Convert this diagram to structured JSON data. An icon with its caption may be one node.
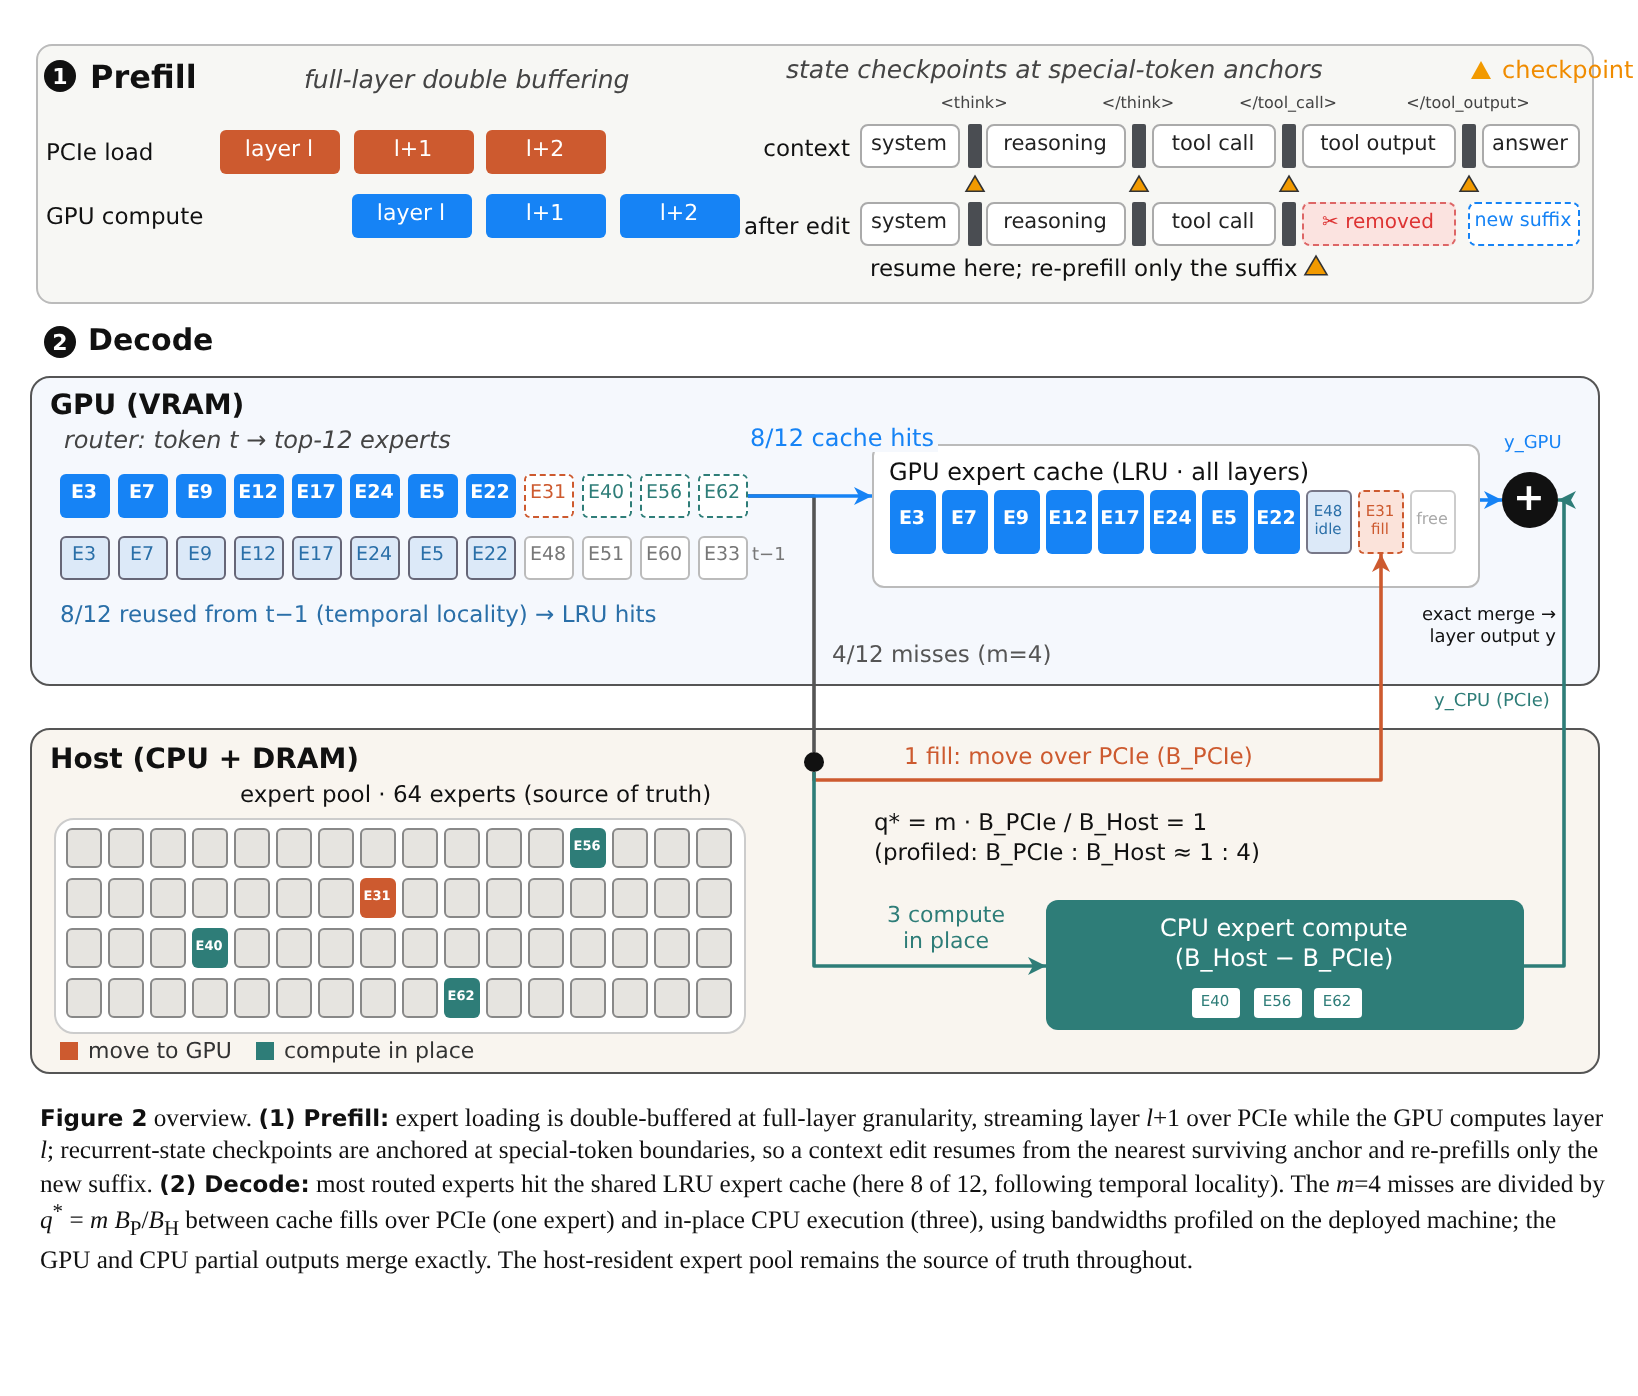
{
  "diagram": {
    "nodes": [
      {
        "text": [
          "Prefill"
        ]
      },
      {
        "text": [
          "layer l"
        ],
        "in": 0
      },
      {
        "text": [
          "l+1"
        ],
        "in": 0
      },
      {
        "text": [
          "l+2"
        ],
        "in": 0
      },
      {
        "text": [
          "layer l"
        ],
        "in": 0
      },
      {
        "text": [
          "l+1"
        ],
        "in": 0
      },
      {
        "text": [
          "l+2"
        ],
        "in": 0
      },
      {
        "text": [
          "system"
        ],
        "in": 0
      },
      {
        "text": [
          "reasoning"
        ],
        "in": 0
      },
      {
        "text": [
          "tool call"
        ],
        "in": 0
      },
      {
        "text": [
          "tool output"
        ],
        "in": 0
      },
      {
        "text": [
          "answer"
        ],
        "in": 0
      },
      {
        "text": [
          "system"
        ],
        "in": 0
      },
      {
        "text": [
          "reasoning"
        ],
        "in": 0
      },
      {
        "text": [
          "tool call"
        ],
        "in": 0
      },
      {
        "text": [
          "✂ removed"
        ],
        "in": 0
      },
      {
        "text": [
          "new suffix"
        ],
        "in": 0
      },
      {
        "text": [
          "GPU (VRAM)"
        ]
      },
      {
        "text": [
          "E3"
        ],
        "in": 17
      },
      {
        "text": [
          "E7"
        ],
        "in": 17
      },
      {
        "text": [
          "E9"
        ],
        "in": 17
      },
      {
        "text": [
          "E12"
        ],
        "in": 17
      },
      {
        "text": [
          "E17"
        ],
        "in": 17
      },
      {
        "text": [
          "E24"
        ],
        "in": 17
      },
      {
        "text": [
          "E5"
        ],
        "in": 17
      },
      {
        "text": [
          "E22"
        ],
        "in": 17
      },
      {
        "text": [
          "E31"
        ],
        "in": 17
      },
      {
        "text": [
          "E40"
        ],
        "in": 17
      },
      {
        "text": [
          "E56"
        ],
        "in": 17
      },
      {
        "text": [
          "E62"
        ],
        "in": 17
      },
      {
        "text": [
          "E3"
        ],
        "in": 17
      },
      {
        "text": [
          "E7"
        ],
        "in": 17
      },
      {
        "text": [
          "E9"
        ],
        "in": 17
      },
      {
        "text": [
          "E12"
        ],
        "in": 17
      },
      {
        "text": [
          "E17"
        ],
        "in": 17
      },
      {
        "text": [
          "E24"
        ],
        "in": 17
      },
      {
        "text": [
          "E5"
        ],
        "in": 17
      },
      {
        "text": [
          "E22"
        ],
        "in": 17
      },
      {
        "text": [
          "E48"
        ],
        "in": 17
      },
      {
        "text": [
          "E51"
        ],
        "in": 17
      },
      {
        "text": [
          "E60"
        ],
        "in": 17
      },
      {
        "text": [
          "E33"
        ],
        "in": 17
      },
      {
        "text": [
          "GPU expert cache (LRU · all layers)"
        ],
        "in": 17
      },
      {
        "text": [
          "E3"
        ],
        "in": 42
      },
      {
        "text": [
          "E7"
        ],
        "in": 42
      },
      {
        "text": [
          "E9"
        ],
        "in": 42
      },
      {
        "text": [
          "E12"
        ],
        "in": 42
      },
      {
        "text": [
          "E17"
        ],
        "in": 42
      },
      {
        "text": [
          "E24"
        ],
        "in": 42
      },
      {
        "text": [
          "E5"
        ],
        "in": 42
      },
      {
        "text": [
          "E22"
        ],
        "in": 42
      },
      {
        "text": [
          "E48 idle"
        ],
        "in": 42
      },
      {
        "text": [
          "E31 fill"
        ],
        "in": 42
      },
      {
        "text": [
          "free"
        ],
        "in": 42
      },
      {
        "text": [
          "+"
        ],
        "in": 17
      },
      {
        "text": [
          "Host (CPU + DRAM)"
        ]
      },
      {
        "text": [],
        "shape": "box",
        "in": 55
      },
      {
        "text": [],
        "shape": "box",
        "in": 56
      },
      {
        "text": [],
        "shape": "box",
        "in": 56
      },
      {
        "text": [],
        "shape": "box",
        "in": 56
      },
      {
        "text": [],
        "shape": "box",
        "in": 56
      },
      {
        "text": [],
        "shape": "box",
        "in": 56
      },
      {
        "text": [],
        "shape": "box",
        "in": 56
      },
      {
        "text": [],
        "shape": "box",
        "in": 56
      },
      {
        "text": [],
        "shape": "box",
        "in": 56
      },
      {
        "text": [],
        "shape": "box",
        "in": 56
      },
      {
        "text": [],
        "shape": "box",
        "in": 56
      },
      {
        "text": [],
        "shape": "box",
        "in": 56
      },
      {
        "text": [],
        "shape": "box",
        "in": 56
      },
      {
        "text": [
          "E56"
        ],
        "in": 56
      },
      {
        "text": [],
        "shape": "box",
        "in": 56
      },
      {
        "text": [],
        "shape": "box",
        "in": 56
      },
      {
        "text": [],
        "shape": "box",
        "in": 56
      },
      {
        "text": [],
        "shape": "box",
        "in": 56
      },
      {
        "text": [],
        "shape": "box",
        "in": 56
      },
      {
        "text": [],
        "shape": "box",
        "in": 56
      },
      {
        "text": [],
        "shape": "box",
        "in": 56
      },
      {
        "text": [],
        "shape": "box",
        "in": 56
      },
      {
        "text": [],
        "shape": "box",
        "in": 56
      },
      {
        "text": [],
        "shape": "box",
        "in": 56
      },
      {
        "text": [
          "E31"
        ],
        "in": 56
      },
      {
        "text": [],
        "shape": "box",
        "in": 56
      },
      {
        "text": [],
        "shape": "box",
        "in": 56
      },
      {
        "text": [],
        "shape": "box",
        "in": 56
      },
      {
        "text": [],
        "shape": "box",
        "in": 56
      },
      {
        "text": [],
        "shape": "box",
        "in": 56
      },
      {
        "text": [],
        "shape": "box",
        "in": 56
      },
      {
        "text": [],
        "shape": "box",
        "in": 56
      },
      {
        "text": [],
        "shape": "box",
        "in": 56
      },
      {
        "text": [],
        "shape": "box",
        "in": 56
      },
      {
        "text": [],
        "shape": "box",
        "in": 56
      },
      {
        "text": [],
        "shape": "box",
        "in": 56
      },
      {
        "text": [
          "E40"
        ],
        "in": 56
      },
      {
        "text": [],
        "shape": "box",
        "in": 56
      },
      {
        "text": [],
        "shape": "box",
        "in": 56
      },
      {
        "text": [],
        "shape": "box",
        "in": 56
      },
      {
        "text": [],
        "shape": "box",
        "in": 56
      },
      {
        "text": [],
        "shape": "box",
        "in": 56
      },
      {
        "text": [],
        "shape": "box",
        "in": 56
      },
      {
        "text": [],
        "shape": "box",
        "in": 56
      },
      {
        "text": [],
        "shape": "box",
        "in": 56
      },
      {
        "text": [],
        "shape": "box",
        "in": 56
      },
      {
        "text": [],
        "shape": "box",
        "in": 56
      },
      {
        "text": [],
        "shape": "box",
        "in": 56
      },
      {
        "text": [],
        "shape": "box",
        "in": 56
      },
      {
        "text": [],
        "shape": "box",
        "in": 56
      },
      {
        "text": [],
        "shape": "box",
        "in": 56
      },
      {
        "text": [],
        "shape": "box",
        "in": 56
      },
      {
        "text": [],
        "shape": "box",
        "in": 56
      },
      {
        "text": [],
        "shape": "box",
        "in": 56
      },
      {
        "text": [],
        "shape": "box",
        "in": 56
      },
      {
        "text": [],
        "shape": "box",
        "in": 56
      },
      {
        "text": [],
        "shape": "box",
        "in": 56
      },
      {
        "text": [],
        "shape": "box",
        "in": 56
      },
      {
        "text": [
          "E62"
        ],
        "in": 56
      },
      {
        "text": [],
        "shape": "box",
        "in": 56
      },
      {
        "text": [],
        "shape": "box",
        "in": 56
      },
      {
        "text": [],
        "shape": "box",
        "in": 56
      },
      {
        "text": [],
        "shape": "box",
        "in": 56
      },
      {
        "text": [],
        "shape": "box",
        "in": 56
      },
      {
        "text": [],
        "shape": "box",
        "in": 56
      },
      {
        "text": [],
        "shape": "circle",
        "in": 55
      },
      {
        "text": [
          "CPU expert compute (B_Host − B_PCIe)"
        ],
        "in": 55
      },
      {
        "text": [
          "E40"
        ],
        "in": 122
      },
      {
        "text": [
          "E56"
        ],
        "in": 122
      },
      {
        "text": [
          "E62"
        ],
        "in": 122
      }
    ],
    "edges": [
      {
        "from": 29,
        "to": 121,
        "arrow": "none",
        "label": "4/12 misses (m=4)",
        "color": "#555555"
      },
      {
        "from": 29,
        "to": 42,
        "arrow": "to",
        "label": "8/12 cache hits",
        "color": "#1683f5"
      },
      {
        "from": 121,
        "to": 52,
        "arrow": "to",
        "label": "1 fill: move over PCIe (B_PCIe)",
        "color": "#cd5a2f"
      },
      {
        "from": 121,
        "to": 122,
        "arrow": "to",
        "label": "3 compute in place",
        "color": "#2e7d78"
      },
      {
        "from": 42,
        "to": 54,
        "arrow": "to",
        "label": "y_GPU",
        "color": "#1683f5"
      },
      {
        "from": 122,
        "to": 54,
        "arrow": "to",
        "label": "y_CPU (PCIe)",
        "color": "#2e7d78"
      }
    ],
    "labels": [
      "1",
      "full-layer double buffering",
      "state checkpoints at special-token anchors",
      "PCIe load",
      "GPU compute",
      "<think>",
      "</think>",
      "</tool_call>",
      "</tool_output>",
      "context",
      "after edit",
      "resume here; re-prefill only the suffix",
      "2",
      "Decode",
      "router: token t → top-12 experts",
      "t−1",
      "8/12 reused from t−1 (temporal locality) → LRU hits",
      "exact merge → layer output y",
      "expert pool · 64 experts (source of truth)",
      "q* = m · B_PCIe / B_Host = 1 (profiled: B_PCIe : B_Host ≈ 1 : 4)"
    ],
    "legend": [
      {
        "text": "checkpoint"
      },
      {
        "text": "move to GPU",
        "color": "#cd5a2f"
      },
      {
        "text": "compute in place",
        "color": "#2e7d78"
      }
    ],
    "caption": "**Figure 2** overview. **(1) Prefill:** expert loading is double-buffered at full-layer granularity, streaming layer *l*+1 over PCIe while the GPU computes layer *l*; recurrent-state checkpoints are anchored at special-token boundaries, so a context edit resumes from the nearest surviving anchor and re-prefills only the new suffix. **(2) Decode:** most routed experts hit the shared LRU expert cache (here 8 of 12, following temporal locality). The *m*=4 misses are divided by *q*$^{*}$ = *m B*$_{P}$/*B*$_{H}$ between cache fills over PCIe (one expert) and in-place CPU execution (three), using bandwidths profiled on the deployed machine; the GPU and CPU partial outputs merge exactly. The host-resident expert pool remains the source of truth throughout."
  }
}
